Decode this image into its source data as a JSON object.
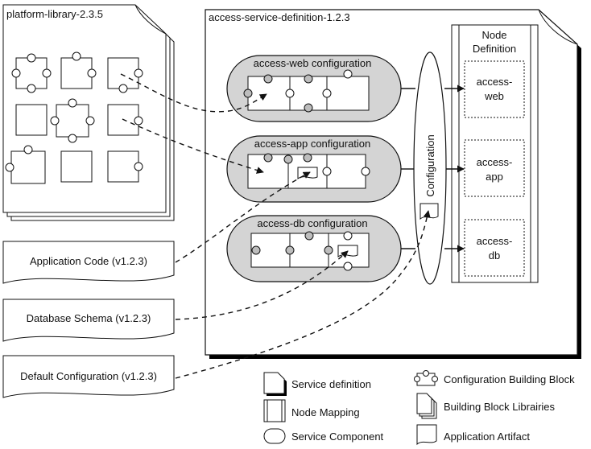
{
  "library": {
    "title": "platform-library-2.3.5"
  },
  "service": {
    "title": "access-service-definition-1.2.3"
  },
  "node": {
    "title_line1": "Node",
    "title_line2": "Definition"
  },
  "nodes": [
    {
      "line1": "access-",
      "line2": "web"
    },
    {
      "line1": "access-",
      "line2": "app"
    },
    {
      "line1": "access-",
      "line2": "db"
    }
  ],
  "components": [
    {
      "label": "access-web configuration"
    },
    {
      "label": "access-app configuration"
    },
    {
      "label": "access-db configuration"
    }
  ],
  "configuration": {
    "label": "Configuration"
  },
  "artifacts": [
    {
      "label": "Application Code (v1.2.3)"
    },
    {
      "label": "Database Schema (v1.2.3)"
    },
    {
      "label": "Default Configuration (v1.2.3)"
    }
  ],
  "legend": {
    "service_definition": "Service definition",
    "node_mapping": "Node Mapping",
    "service_component": "Service Component",
    "config_block": "Configuration Building Block",
    "block_libraries": "Building Block Librairies",
    "app_artifact": "Application Artifact"
  },
  "colors": {
    "component_fill": "#d4d4d4",
    "knob_fill": "#bdbdbd",
    "stroke": "#111111"
  }
}
